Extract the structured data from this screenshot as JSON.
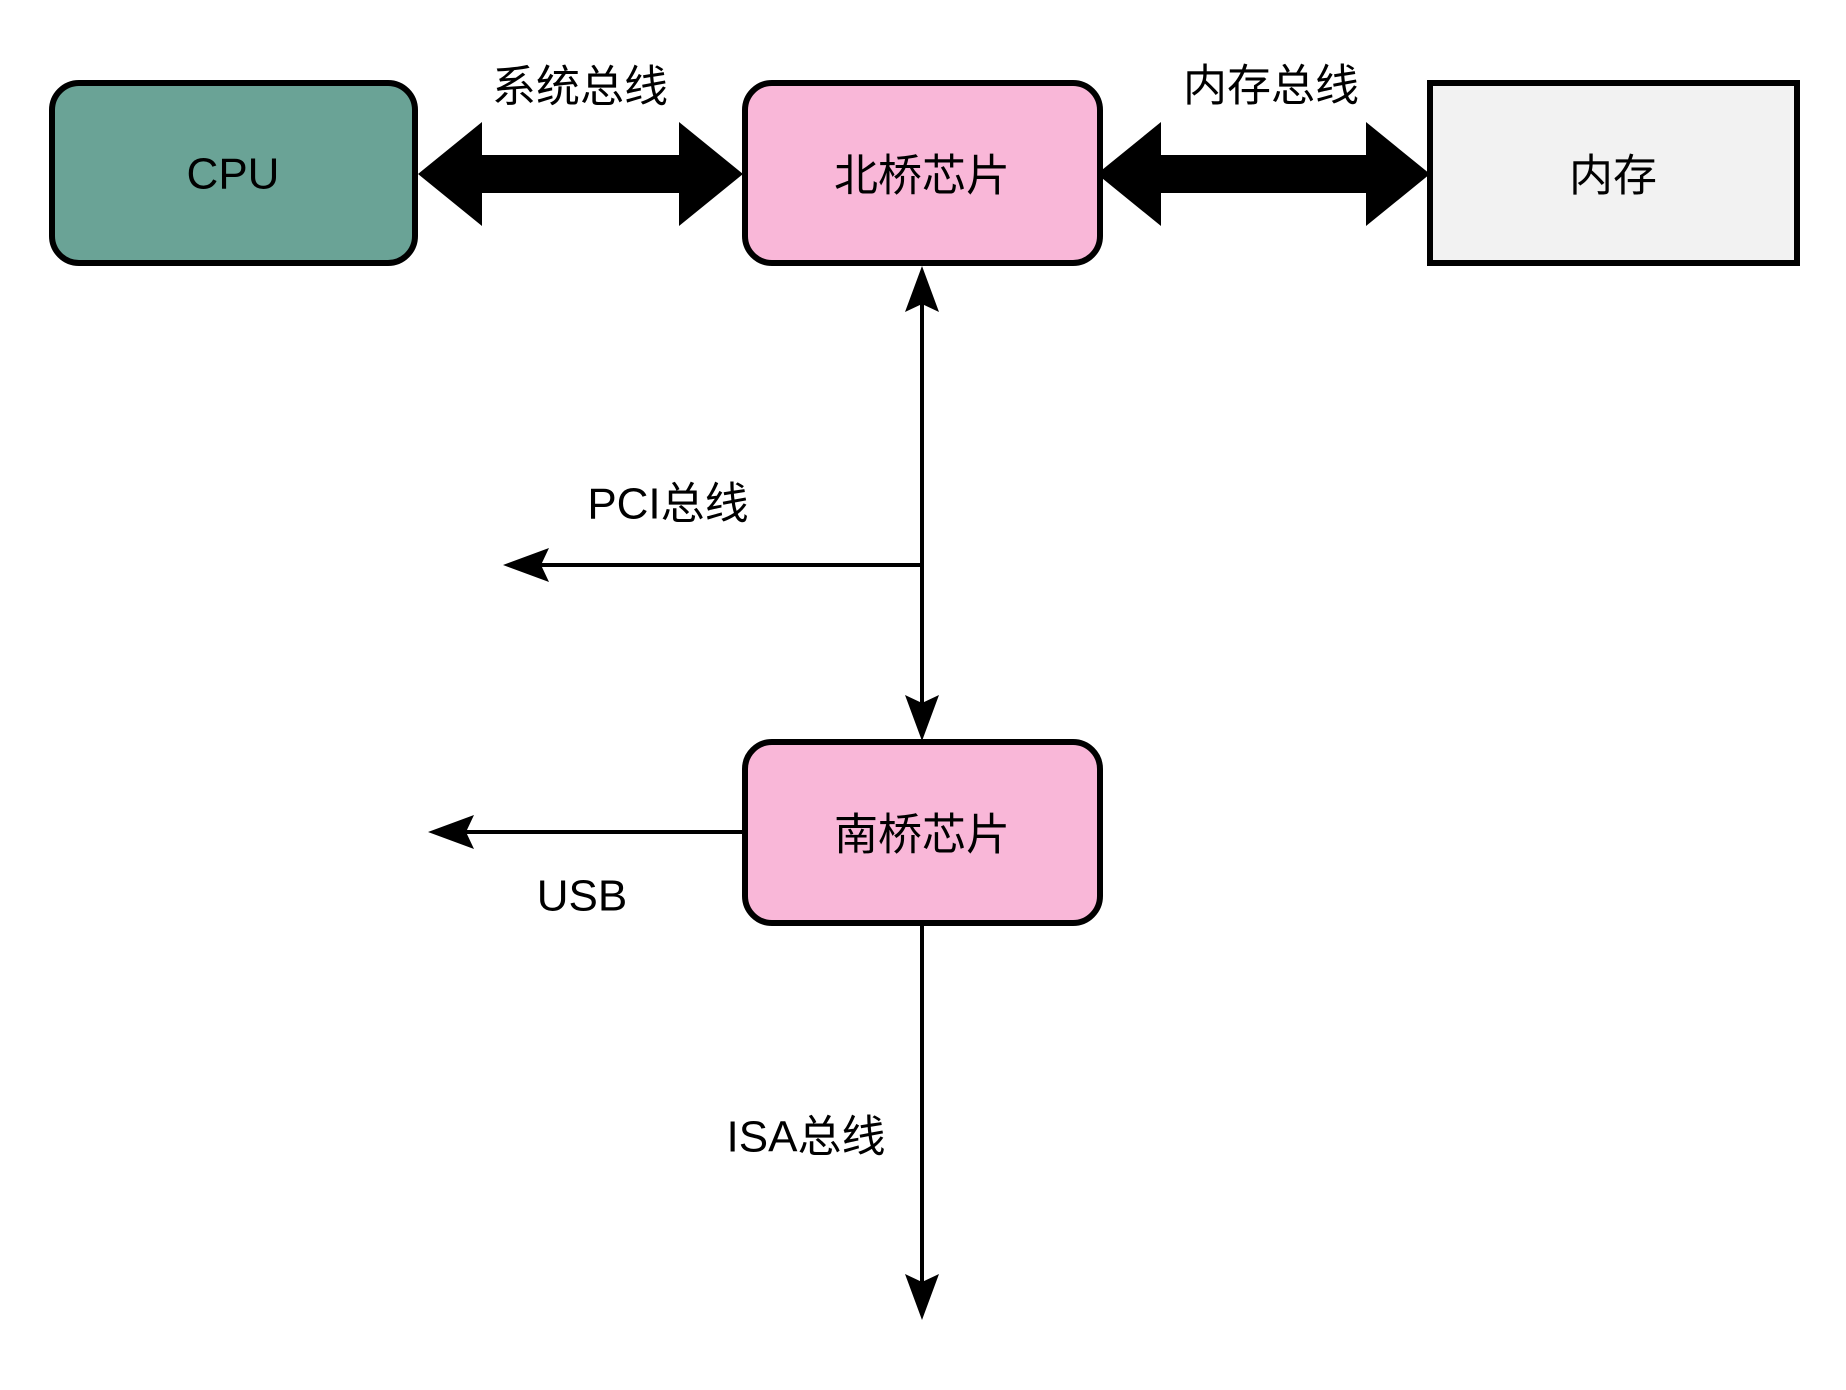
{
  "diagram": {
    "type": "block-diagram",
    "background": "#FFFFFF",
    "nodes": {
      "cpu": {
        "label": "CPU",
        "fill": "#6AA396",
        "text_color": "#0A0A0A",
        "shape": "rounded-rect"
      },
      "northbridge": {
        "label": "北桥芯片",
        "fill": "#F9B7D8",
        "text_color": "#0A0A0A",
        "shape": "rounded-rect"
      },
      "memory": {
        "label": "内存",
        "fill": "#F2F2F2",
        "text_color": "#404040",
        "shape": "rect"
      },
      "southbridge": {
        "label": "南桥芯片",
        "fill": "#F9B7D8",
        "text_color": "#0A0A0A",
        "shape": "rounded-rect"
      }
    },
    "edges": {
      "system_bus": {
        "label": "系统总线",
        "type": "thick-double-arrow",
        "between": "cpu ↔ northbridge"
      },
      "memory_bus": {
        "label": "内存总线",
        "type": "thick-double-arrow",
        "between": "northbridge ↔ memory"
      },
      "north_south_link": {
        "label": "",
        "type": "thin-double-arrow",
        "between": "northbridge ↕ southbridge"
      },
      "pci_bus": {
        "label": "PCI总线",
        "type": "thin-arrow-left",
        "between": "north-south link → left"
      },
      "usb": {
        "label": "USB",
        "type": "thin-arrow-left",
        "between": "southbridge → left"
      },
      "isa_bus": {
        "label": "ISA总线",
        "type": "thin-arrow-down",
        "between": "southbridge → down"
      }
    },
    "colors": {
      "line": "#000000",
      "node_border": "#000000",
      "background": "#FFFFFF"
    }
  }
}
